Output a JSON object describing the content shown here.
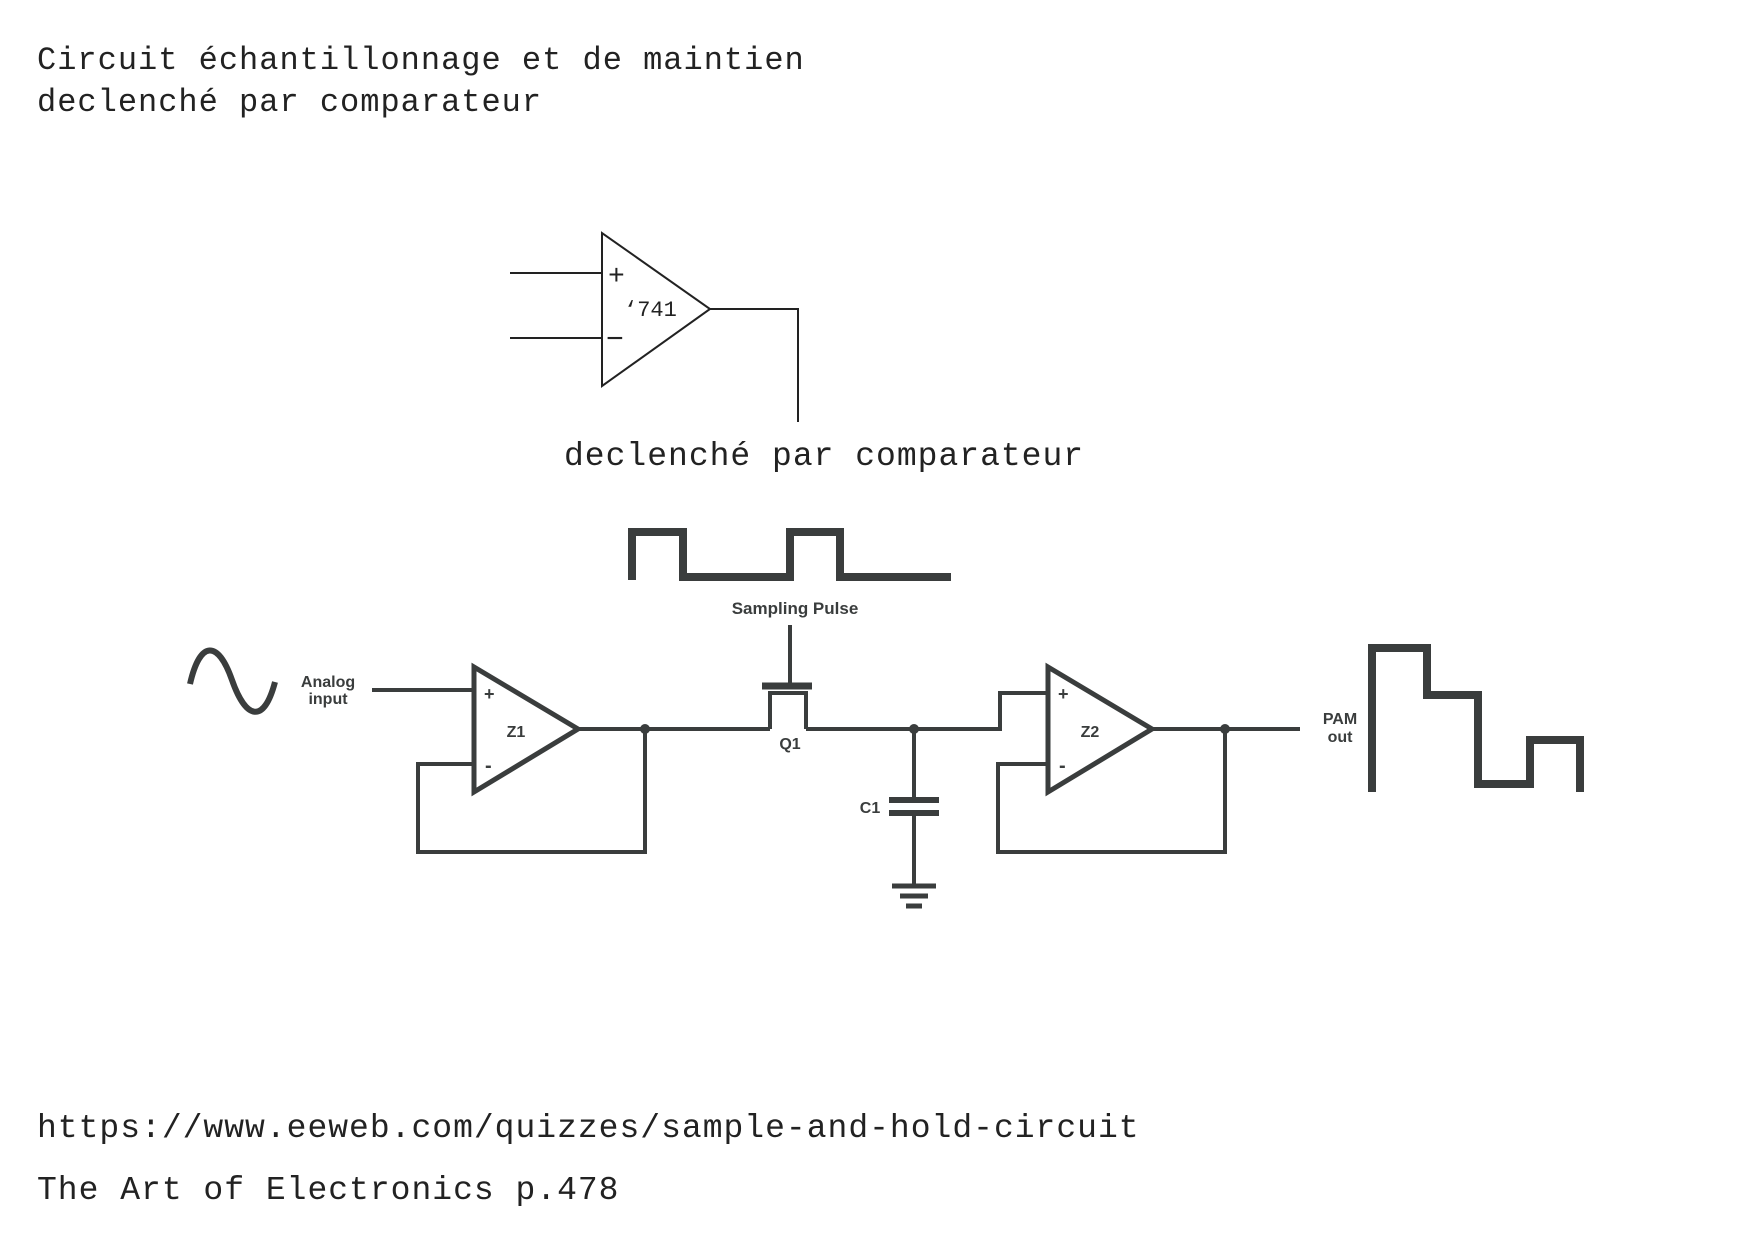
{
  "page": {
    "title_line1": "Circuit échantillonnage et de maintien",
    "title_line2": "declenché par comparateur",
    "footer_url": "https://www.eeweb.com/quizzes/sample-and-hold-circuit",
    "footer_ref": "The Art of Electronics p.478"
  },
  "comparator": {
    "plus": "+",
    "minus": "−",
    "part": "‘741",
    "caption": "declenché par comparateur"
  },
  "schematic": {
    "sampling_pulse_label": "Sampling Pulse",
    "analog_input_line1": "Analog",
    "analog_input_line2": "input",
    "z1_label": "Z1",
    "z2_label": "Z2",
    "q1_label": "Q1",
    "c1_label": "C1",
    "pam_out_line1": "PAM",
    "pam_out_line2": "out",
    "plus": "+",
    "minus": "-"
  },
  "colors": {
    "ink": "#222222",
    "schematic": "#3a3d3d",
    "schematic_fill": "#7a7c7c"
  }
}
